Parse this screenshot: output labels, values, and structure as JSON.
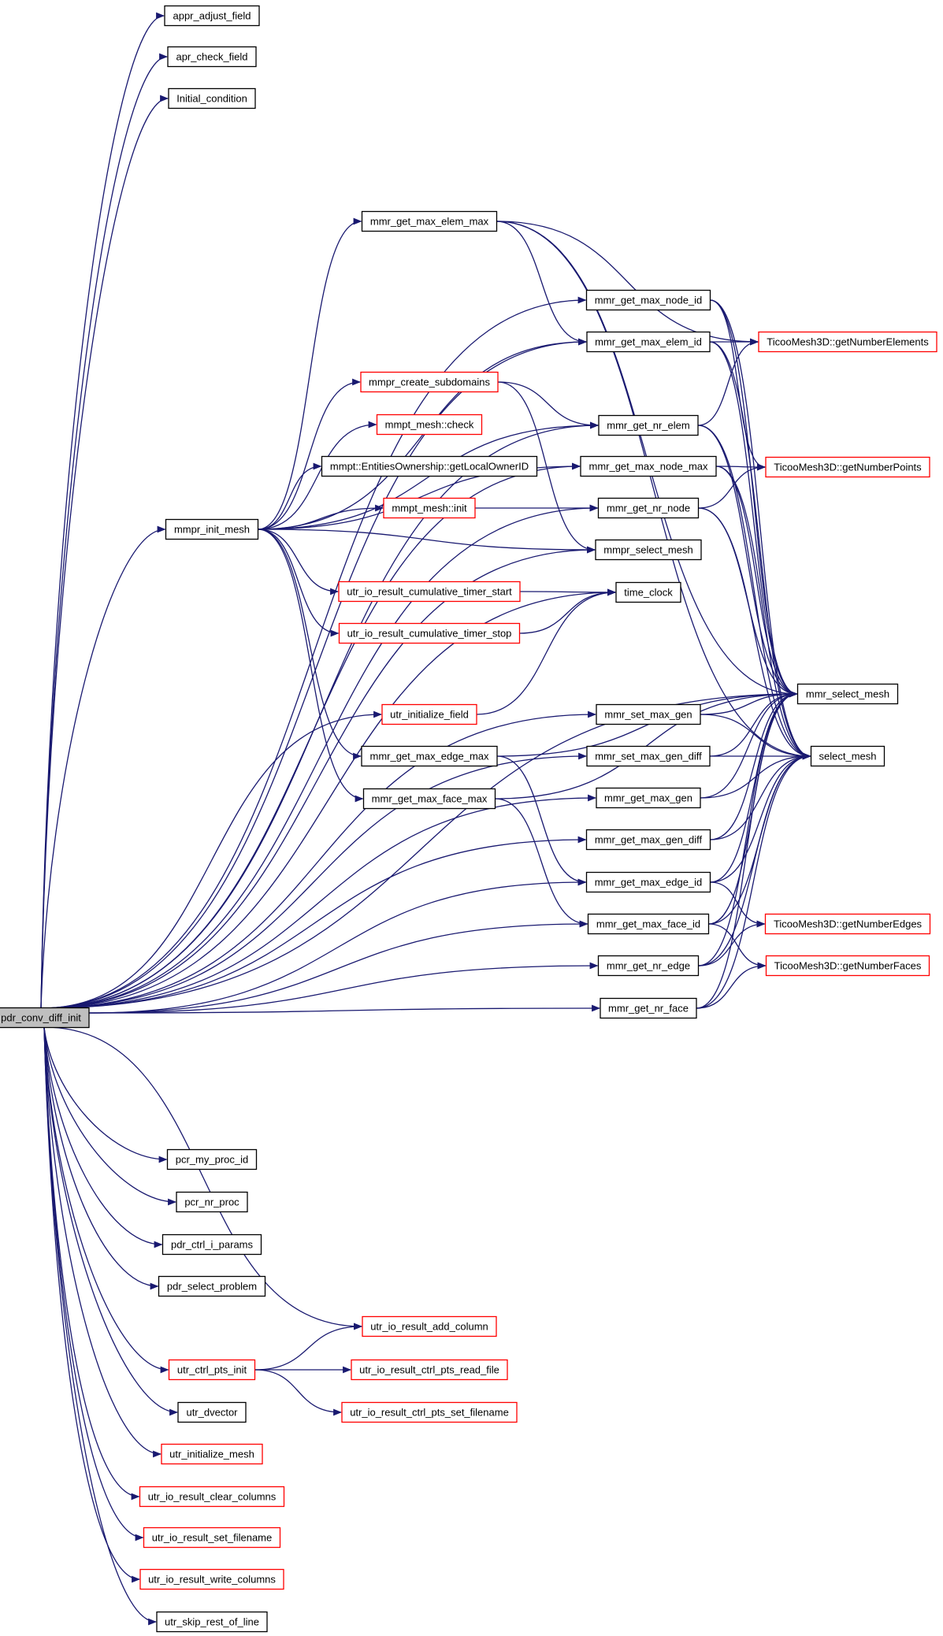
{
  "colors": {
    "edge": "#191970",
    "normal_border": "#000000",
    "truncated_border": "#ff0000",
    "root_fill": "#bfbfbf",
    "node_fill": "#ffffff",
    "background": "#ffffff"
  },
  "nodes": {
    "root": {
      "label": "pdr_conv_diff_init"
    },
    "appr_adjust_field": {
      "label": "appr_adjust_field"
    },
    "apr_check_field": {
      "label": "apr_check_field"
    },
    "Initial_condition": {
      "label": "Initial_condition"
    },
    "mmr_get_max_elem_max": {
      "label": "mmr_get_max_elem_max"
    },
    "mmr_get_max_node_id": {
      "label": "mmr_get_max_node_id"
    },
    "mmr_get_max_elem_id": {
      "label": "mmr_get_max_elem_id"
    },
    "mmpr_create_subdomains": {
      "label": "mmpr_create_subdomains"
    },
    "mmpt_mesh_check": {
      "label": "mmpt_mesh::check"
    },
    "mmpt_getLocalOwnerID": {
      "label": "mmpt::EntitiesOwnership::getLocalOwnerID"
    },
    "mmpr_init_mesh": {
      "label": "mmpr_init_mesh"
    },
    "mmpt_mesh_init": {
      "label": "mmpt_mesh::init"
    },
    "mmr_get_nr_elem": {
      "label": "mmr_get_nr_elem"
    },
    "mmr_get_max_node_max": {
      "label": "mmr_get_max_node_max"
    },
    "mmr_get_nr_node": {
      "label": "mmr_get_nr_node"
    },
    "mmpr_select_mesh": {
      "label": "mmpr_select_mesh"
    },
    "utr_timer_start": {
      "label": "utr_io_result_cumulative_timer_start"
    },
    "utr_timer_stop": {
      "label": "utr_io_result_cumulative_timer_stop"
    },
    "time_clock": {
      "label": "time_clock"
    },
    "ticoo_getNumberElements": {
      "label": "TicooMesh3D::getNumberElements"
    },
    "ticoo_getNumberPoints": {
      "label": "TicooMesh3D::getNumberPoints"
    },
    "mmr_select_mesh": {
      "label": "mmr_select_mesh"
    },
    "utr_initialize_field": {
      "label": "utr_initialize_field"
    },
    "mmr_set_max_gen": {
      "label": "mmr_set_max_gen"
    },
    "mmr_get_max_edge_max": {
      "label": "mmr_get_max_edge_max"
    },
    "mmr_set_max_gen_diff": {
      "label": "mmr_set_max_gen_diff"
    },
    "select_mesh": {
      "label": "select_mesh"
    },
    "mmr_get_max_face_max": {
      "label": "mmr_get_max_face_max"
    },
    "mmr_get_max_gen": {
      "label": "mmr_get_max_gen"
    },
    "mmr_get_max_gen_diff": {
      "label": "mmr_get_max_gen_diff"
    },
    "mmr_get_max_edge_id": {
      "label": "mmr_get_max_edge_id"
    },
    "mmr_get_max_face_id": {
      "label": "mmr_get_max_face_id"
    },
    "ticoo_getNumberEdges": {
      "label": "TicooMesh3D::getNumberEdges"
    },
    "mmr_get_nr_edge": {
      "label": "mmr_get_nr_edge"
    },
    "ticoo_getNumberFaces": {
      "label": "TicooMesh3D::getNumberFaces"
    },
    "mmr_get_nr_face": {
      "label": "mmr_get_nr_face"
    },
    "pcr_my_proc_id": {
      "label": "pcr_my_proc_id"
    },
    "pcr_nr_proc": {
      "label": "pcr_nr_proc"
    },
    "pdr_ctrl_i_params": {
      "label": "pdr_ctrl_i_params"
    },
    "pdr_select_problem": {
      "label": "pdr_select_problem"
    },
    "utr_io_result_add_column": {
      "label": "utr_io_result_add_column"
    },
    "utr_ctrl_pts_init": {
      "label": "utr_ctrl_pts_init"
    },
    "utr_ctrl_pts_read_file": {
      "label": "utr_io_result_ctrl_pts_read_file"
    },
    "utr_dvector": {
      "label": "utr_dvector"
    },
    "utr_ctrl_pts_set_filename": {
      "label": "utr_io_result_ctrl_pts_set_filename"
    },
    "utr_initialize_mesh": {
      "label": "utr_initialize_mesh"
    },
    "utr_clear_columns": {
      "label": "utr_io_result_clear_columns"
    },
    "utr_set_filename": {
      "label": "utr_io_result_set_filename"
    },
    "utr_write_columns": {
      "label": "utr_io_result_write_columns"
    },
    "utr_skip_rest_of_line": {
      "label": "utr_skip_rest_of_line"
    }
  }
}
